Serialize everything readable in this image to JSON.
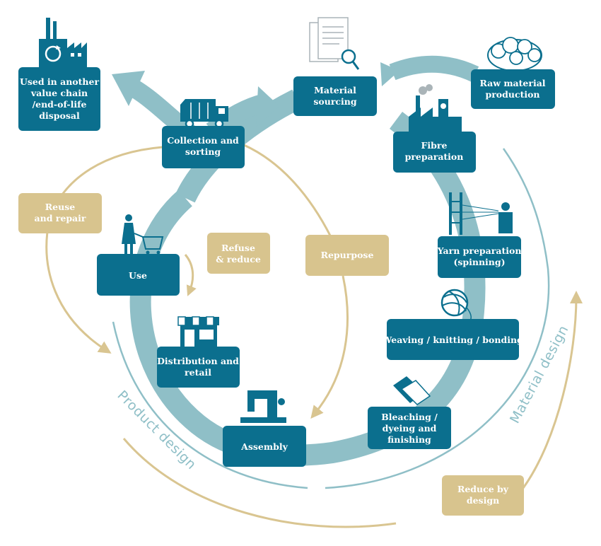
{
  "colors": {
    "teal_box": "#0b6f8e",
    "teal_loop": "#8fbfc7",
    "gold": "#d9c591",
    "gold_box": "#d8c48e",
    "icon_dark": "#0b6f8e"
  },
  "stages": {
    "raw_material": [
      "Raw material",
      "production"
    ],
    "material_sourcing": [
      "Material",
      "sourcing"
    ],
    "fibre_preparation": [
      "Fibre",
      "preparation"
    ],
    "yarn_preparation": [
      "Yarn preparation",
      "(spinning)"
    ],
    "weaving": [
      "Weaving / knitting / bonding"
    ],
    "bleaching": [
      "Bleaching /",
      "dyeing and",
      "finishing"
    ],
    "assembly": [
      "Assembly"
    ],
    "distribution": [
      "Distribution and",
      "retail"
    ],
    "use": [
      "Use"
    ],
    "collection": [
      "Collection and",
      "sorting"
    ],
    "other_chain": [
      "Used in another",
      "value chain",
      "/end-of-life",
      "disposal"
    ]
  },
  "strategies": {
    "reuse": [
      "Reuse",
      "and repair"
    ],
    "refuse": [
      "Refuse",
      "& reduce"
    ],
    "repurpose": [
      "Repurpose"
    ],
    "reduce_design": [
      "Reduce by",
      "design"
    ]
  },
  "side_labels": {
    "product_design": "Product design",
    "material_design": "Material design"
  },
  "icons": [
    "factory-recycle-icon",
    "documents-magnifier-icon",
    "cotton-bale-icon",
    "fibre-factory-icon",
    "spinning-machine-icon",
    "yarn-ball-icon",
    "fabric-rolls-icon",
    "sewing-machine-icon",
    "shop-icon",
    "shopper-cart-icon",
    "garbage-truck-icon"
  ]
}
